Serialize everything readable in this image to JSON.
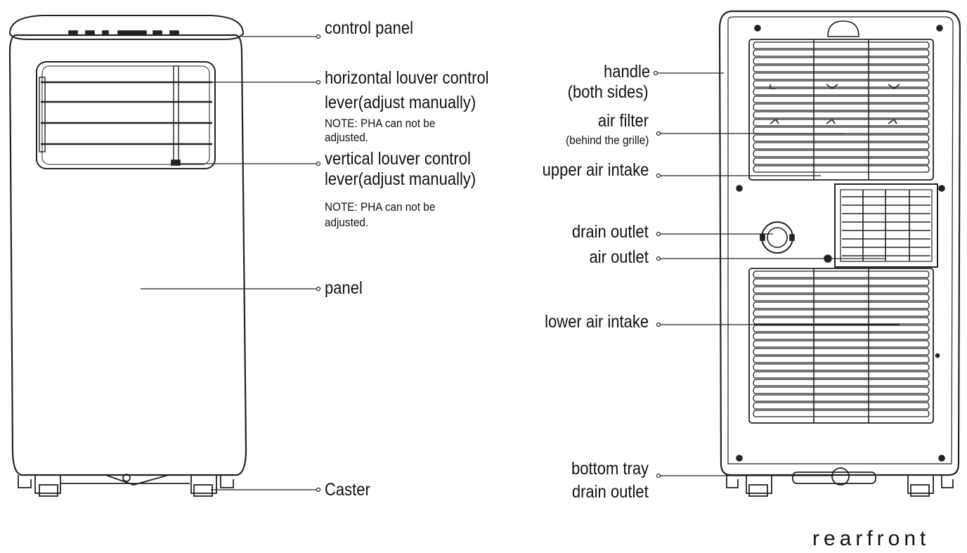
{
  "front_labels": {
    "control_panel": "control panel",
    "horizontal_louver_line1": "horizontal louver control",
    "horizontal_louver_line2": "lever(adjust manually)",
    "horizontal_note_line1": "NOTE: PHA can not be",
    "horizontal_note_line2": "adjusted.",
    "vertical_louver_line1": "vertical louver control",
    "vertical_louver_line2": "lever(adjust manually)",
    "vertical_note_line1": "NOTE: PHA can not be",
    "vertical_note_line2": "adjusted.",
    "panel": "panel",
    "caster": "Caster"
  },
  "rear_labels": {
    "handle_line1": "handle",
    "handle_line2": "(both sides)",
    "air_filter_line1": "air filter",
    "air_filter_line2": "(behind the grille)",
    "upper_air_intake": "upper air intake",
    "drain_outlet": "drain outlet",
    "air_outlet": "air outlet",
    "lower_air_intake": "lower air intake",
    "bottom_tray_line1": "bottom tray",
    "bottom_tray_line2": "drain outlet"
  },
  "caption": "rearfront",
  "colors": {
    "line": "#222222",
    "background": "#ffffff"
  }
}
